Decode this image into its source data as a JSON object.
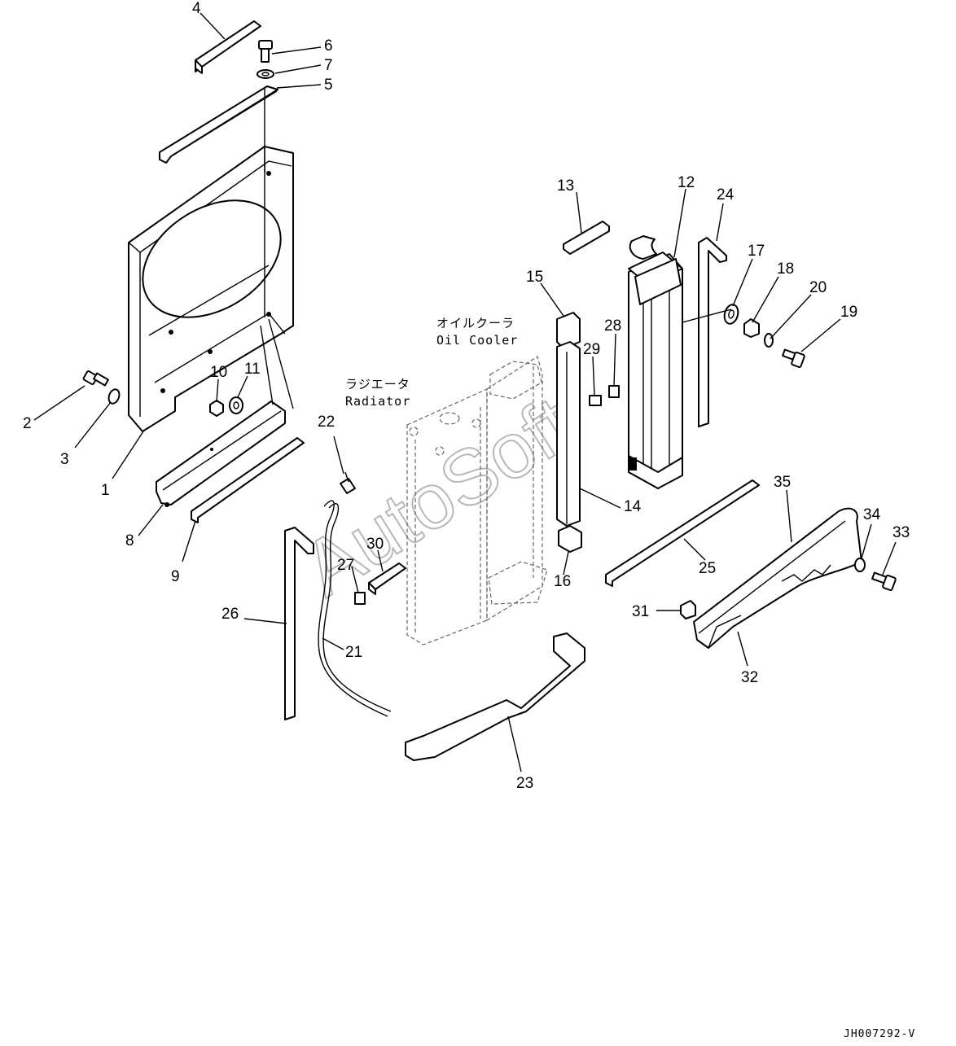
{
  "diagram": {
    "callouts": [
      "1",
      "2",
      "3",
      "4",
      "5",
      "6",
      "7",
      "8",
      "9",
      "10",
      "11",
      "12",
      "13",
      "14",
      "15",
      "16",
      "17",
      "18",
      "19",
      "20",
      "21",
      "22",
      "23",
      "24",
      "25",
      "26",
      "27",
      "28",
      "29",
      "30",
      "31",
      "32",
      "33",
      "34",
      "35"
    ],
    "labels": {
      "oil_cooler_jp": "オイルクーラ",
      "oil_cooler_en": "Oil Cooler",
      "radiator_jp": "ラジエータ",
      "radiator_en": "Radiator"
    },
    "watermark": "AutoSoft",
    "reference_code": "JH007292-V"
  }
}
